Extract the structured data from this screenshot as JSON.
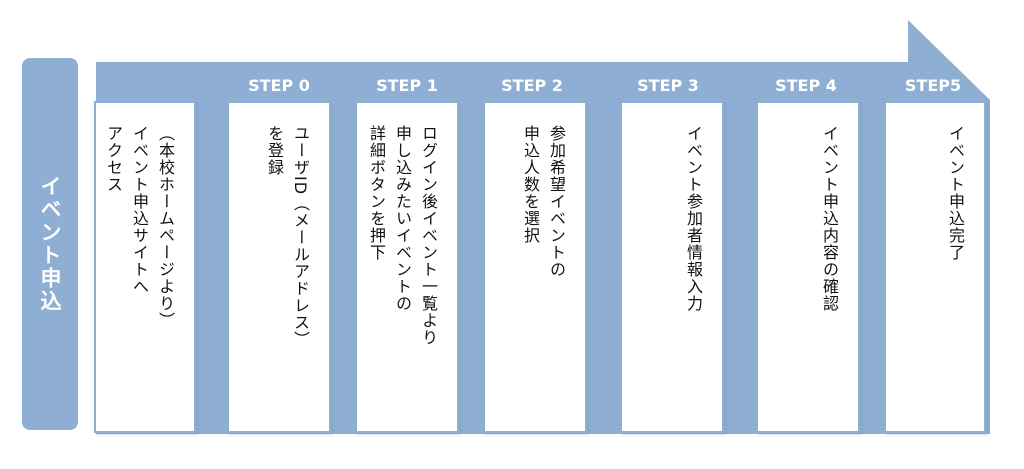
{
  "side_label": "イベント申込",
  "colors": {
    "accent": "#8eaed3",
    "box_border": "#8eaed3",
    "text": "#111111"
  },
  "steps": [
    {
      "label": "",
      "text": "（本校ホームページより）\nイベント申込サイトへ\nアクセス"
    },
    {
      "label": "STEP 0",
      "text": "ユーザID（メールアドレス）\nを登録"
    },
    {
      "label": "STEP 1",
      "text": "ログイン後イベント一覧より\n申し込みたいイベントの\n詳細ボタンを押下"
    },
    {
      "label": "STEP 2",
      "text": "参加希望イベントの\n申込人数を選択"
    },
    {
      "label": "STEP 3",
      "text": "イベント参加者情報入力"
    },
    {
      "label": "STEP 4",
      "text": "イベント申込内容の確認"
    },
    {
      "label": "STEP5",
      "text": "イベント申込完了"
    }
  ]
}
